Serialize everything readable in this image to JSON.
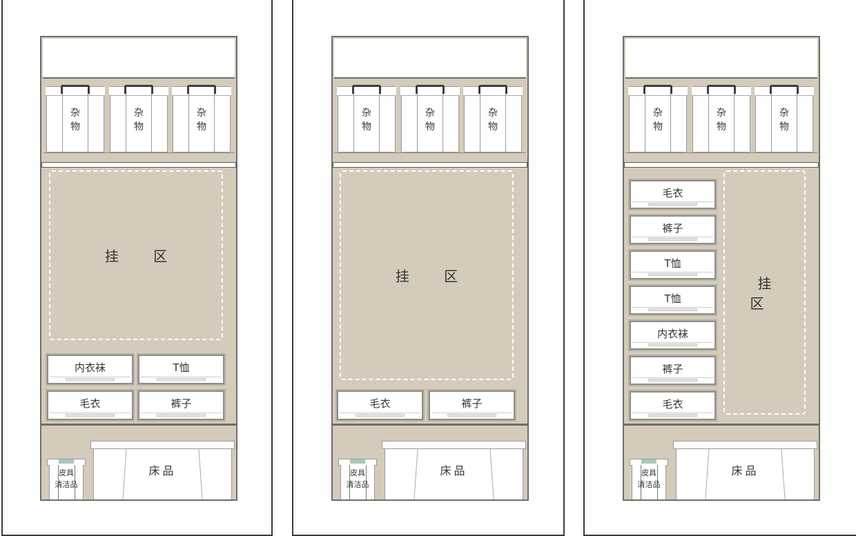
{
  "colors": {
    "cabinet": "#d4cbbb",
    "frame": "#6e6e6a",
    "box": "#ffffff"
  },
  "labels": {
    "storage_box": [
      "杂",
      "物"
    ],
    "hanging": "挂区",
    "bedding": "床品",
    "small_box": [
      "皮具",
      "清洁品"
    ]
  },
  "panels": [
    {
      "storage_boxes": [
        "杂物",
        "杂物",
        "杂物"
      ],
      "hanging_label": "挂 区",
      "drawers": [
        "内衣袜",
        "T恤",
        "毛衣",
        "裤子"
      ]
    },
    {
      "storage_boxes": [
        "杂物",
        "杂物",
        "杂物"
      ],
      "hanging_label": "挂 区",
      "drawers": [
        "毛衣",
        "裤子"
      ]
    },
    {
      "storage_boxes": [
        "杂物",
        "杂物",
        "杂物"
      ],
      "hanging_label": "挂 区",
      "drawers": [
        "毛衣",
        "裤子",
        "T恤",
        "T恤",
        "内衣袜",
        "裤子",
        "毛衣"
      ]
    }
  ],
  "bottom": {
    "bedding_label": "床品",
    "small_box_line1": "皮具",
    "small_box_line2": "清洁品"
  }
}
